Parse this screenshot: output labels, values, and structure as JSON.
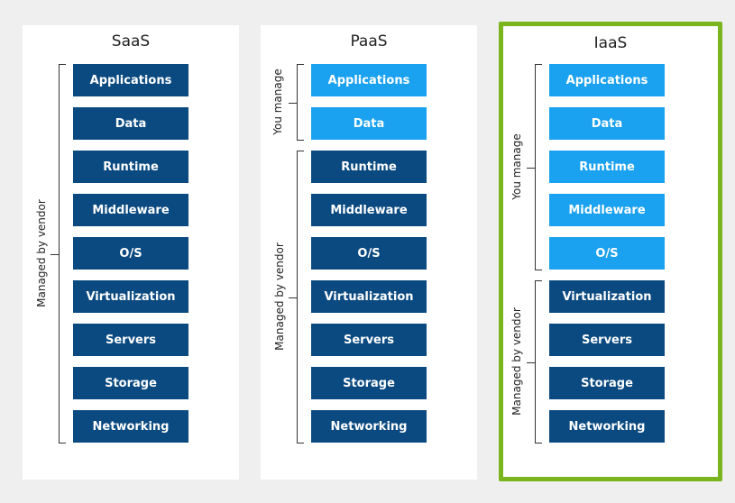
{
  "columns": [
    {
      "title": "SaaS",
      "groups": [
        {
          "label": "Managed by vendor",
          "layers": [
            "Applications",
            "Data",
            "Runtime",
            "Middleware",
            "O/S",
            "Virtualization",
            "Servers",
            "Storage",
            "Networking"
          ]
        }
      ]
    },
    {
      "title": "PaaS",
      "groups": [
        {
          "label": "You manage",
          "layers": [
            "Applications",
            "Data"
          ]
        },
        {
          "label": "Managed by vendor",
          "layers": [
            "Runtime",
            "Middleware",
            "O/S",
            "Virtualization",
            "Servers",
            "Storage",
            "Networking"
          ]
        }
      ]
    },
    {
      "title": "IaaS",
      "highlighted": true,
      "groups": [
        {
          "label": "You manage",
          "layers": [
            "Applications",
            "Data",
            "Runtime",
            "Middleware",
            "O/S"
          ]
        },
        {
          "label": "Managed by vendor",
          "layers": [
            "Virtualization",
            "Servers",
            "Storage",
            "Networking"
          ]
        }
      ]
    }
  ],
  "colors": {
    "vendor_box": "#0b4a80",
    "you_manage_box": "#1aa1ef",
    "highlight_border": "#7ab51d"
  }
}
